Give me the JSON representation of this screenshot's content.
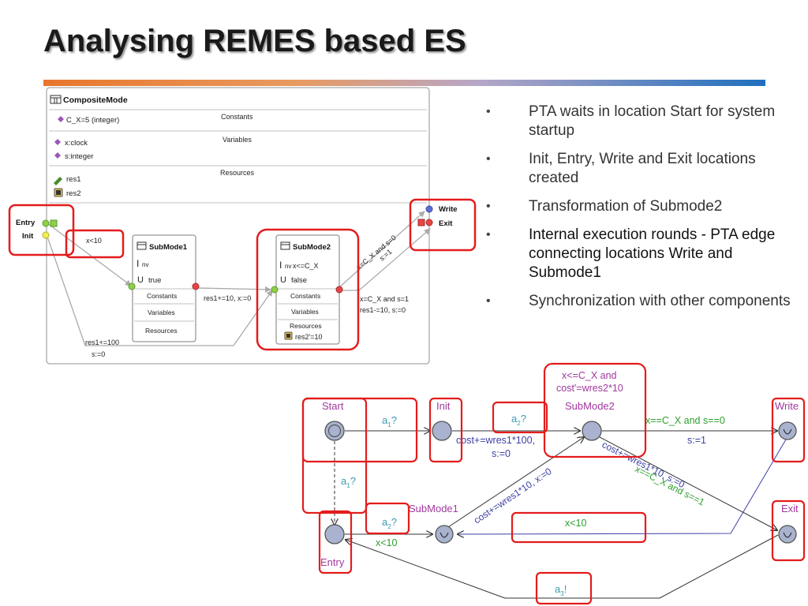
{
  "slide": {
    "title": "Analysing REMES based ES",
    "bullets": [
      "PTA waits in location Start for system startup",
      "Init, Entry, Write and Exit locations created",
      "Transformation of Submode2",
      "Internal execution rounds - PTA edge connecting locations Write and Submode1",
      "Synchronization with other components"
    ]
  },
  "remes": {
    "header": "CompositeMode",
    "constants_label": "Constants",
    "constant": "C_X=5 (integer)",
    "variables_label": "Variables",
    "variables": [
      "x:clock",
      "s:integer"
    ],
    "resources_label": "Resources",
    "resources": [
      "res1",
      "res2"
    ],
    "entry_label": "Entry",
    "init_label": "Init",
    "write_label": "Write",
    "exit_label": "Exit",
    "guard_init_sub1": "x<10",
    "update_init_sub2": [
      "res1+=100",
      "s:=0"
    ],
    "submode1": {
      "name": "SubMode1",
      "inv_symbol": "I",
      "inv_sub": "nv",
      "inv": "",
      "invariant_value": "true",
      "union_symbol": "U",
      "rows": [
        "Constants",
        "Variables",
        "Resources"
      ]
    },
    "sub1_to_sub2": "res1+=10, x:=0",
    "submode2": {
      "name": "SubMode2",
      "inv_symbol": "I",
      "inv_sub": "nv",
      "inv": "x<=C_X",
      "invariant_value": "false",
      "union_symbol": "U",
      "rows": [
        "Constants",
        "Variables",
        "Resources"
      ],
      "resource": "res2'=10"
    },
    "sub2_to_write": [
      "x=C_X and s=0",
      "s:=1"
    ],
    "sub2_to_exit": [
      "x=C_X and s=1",
      "res1-=10, s:=0"
    ]
  },
  "pta": {
    "locations": [
      "Start",
      "Init",
      "SubMode2",
      "Write",
      "SubMode1",
      "Entry",
      "Exit"
    ],
    "start_init": "a",
    "start_init_sub": "1",
    "start_init_suffix": "?",
    "start_entry": "a",
    "start_entry_sub": "1",
    "start_entry_suffix": "?",
    "init_sub2_sync": "a",
    "init_sub2_sub": "2",
    "init_sub2_suffix": "?",
    "init_sub2_update": [
      "cost+=wres1*100,",
      "s:=0"
    ],
    "sub2_inv": [
      "x<=C_X and",
      "cost'=wres2*10"
    ],
    "sub2_write_guard": "x==C_X and s==0",
    "sub2_write_update": "s:=1",
    "sub2_exit_guard": "x==C_X and s==1",
    "sub2_exit_update": "cost+=wres1*10, s:=0",
    "sub1_sub2_update": "cost+=wres1*10, x:=0",
    "write_sub1_guard": "x<10",
    "entry_sub1_sync": "a",
    "entry_sub1_sub": "2",
    "entry_sub1_suffix": "?",
    "entry_sub1_guard": "x<10",
    "exit_entry_sync": "a",
    "exit_entry_sub": "3",
    "exit_entry_suffix": "!"
  },
  "colors": {
    "highlight": "#e31c1c",
    "location_fill": "#a9b3cf",
    "label_purple": "#a0389e",
    "sync_cyan": "#3a9bb0",
    "guard_green": "#2e9e2e",
    "update_blue": "#3d3fa5"
  }
}
